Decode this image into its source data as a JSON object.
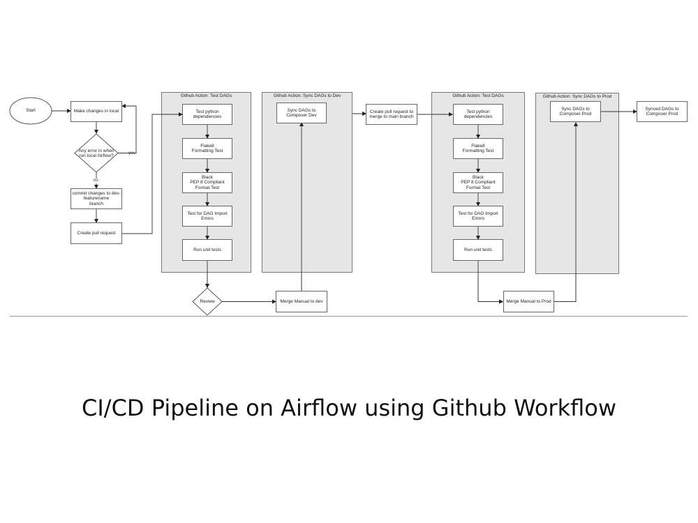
{
  "diagram": {
    "title": "CI/CD Pipeline on Airflow using Github Workflow",
    "lanes": {
      "test_dags_1": "Github Action: Test DAGs",
      "sync_dev": "Github Action: Sync DAGs to Dev",
      "test_dags_2": "Github Action: Test DAGs",
      "sync_prod": "Github Action: Sync DAGs to Prod"
    },
    "nodes": {
      "start": "Start",
      "make_changes": "Make changes in local",
      "any_error_1": "Any error in when",
      "any_error_2": "run  local Airflow?",
      "commit_1": "commit changes to dev-",
      "commit_2": "featurename",
      "commit_3": "branch",
      "create_pr": "Create pull request",
      "test_python_1_a": "Test python",
      "test_python_1_b": "dependencies",
      "flake8_1_a": "Flake8",
      "flake8_1_b": "Formatting Test",
      "black_1_a": "Black",
      "black_1_b": "PEP 8 Compliant",
      "black_1_c": "Format Test",
      "dag_import_1_a": "Test for DAG Import",
      "dag_import_1_b": "Errors",
      "unit_tests_1": "Run unit tests",
      "review": "Review",
      "sync_dev_a": "Sync DAGs to",
      "sync_dev_b": "Composer Dev",
      "merge_dev": "Merge Manual to dev",
      "create_pr_main_a": "Create pull request to",
      "create_pr_main_b": "merge to main branch",
      "test_python_2_a": "Test python",
      "test_python_2_b": "dependencies",
      "flake8_2_a": "Flake8",
      "flake8_2_b": "Formatting Test",
      "black_2_a": "Black",
      "black_2_b": "PEP 8 Compliant",
      "black_2_c": "Format Test",
      "dag_import_2_a": "Test for DAG Import",
      "dag_import_2_b": "Errors",
      "unit_tests_2": "Run unit tests",
      "merge_prod": "Merge Manual to Prod",
      "sync_prod_a": "Sync DAGs to",
      "sync_prod_b": "Composer Prod",
      "synced_a": "Synced DAGs to",
      "synced_b": "Composer Prod"
    },
    "edge_labels": {
      "yes": "yes",
      "no": "no"
    }
  }
}
